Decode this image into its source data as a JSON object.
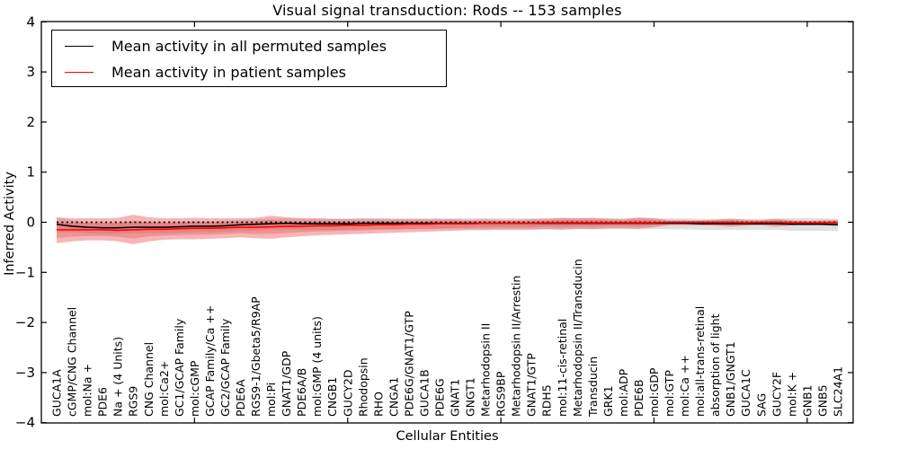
{
  "figure": {
    "title": "Visual signal transduction: Rods -- 153 samples",
    "xlabel": "Cellular Entities",
    "ylabel": "Inferred Activity"
  },
  "legend": {
    "position": "upper left",
    "items": [
      {
        "label": "Mean activity in all permuted samples",
        "color": "#000000"
      },
      {
        "label": "Mean activity in patient samples",
        "color": "#ff0000"
      }
    ]
  },
  "colors": {
    "patient_line": "#ff0000",
    "permuted_line": "#000000",
    "patient_band": "#e84040",
    "permuted_band": "#bbbbbb",
    "axis": "#000000",
    "background": "#ffffff"
  },
  "chart_data": {
    "type": "line",
    "title": "Visual signal transduction: Rods -- 153 samples",
    "xlabel": "Cellular Entities",
    "ylabel": "Inferred Activity",
    "ylim": [
      -4,
      4
    ],
    "yticks": [
      4,
      3,
      2,
      1,
      0,
      -1,
      -2,
      -3,
      -4
    ],
    "ytick_labels": [
      "4",
      "3",
      "2",
      "1",
      "0",
      "−1",
      "−2",
      "−3",
      "−4"
    ],
    "top_axis_tick_positions": [
      10,
      20,
      30,
      40,
      50
    ],
    "grid": false,
    "legend_position": "upper left",
    "zero_line": {
      "y": 0,
      "style": "dotted",
      "color": "#000000"
    },
    "categories": [
      "GUCA1A",
      "cGMP/CNG Channel",
      "mol:Na +",
      "PDE6",
      "Na + (4 Units)",
      "RGS9",
      "CNG Channel",
      "mol:Ca2+",
      "GC1/GCAP Family",
      "mol:cGMP",
      "GCAP Family/Ca ++",
      "GC2/GCAP Family",
      "PDE6A",
      "RGS9-1/Gbeta5/R9AP",
      "mol:Pi",
      "GNAT1/GDP",
      "PDE6A/B",
      "mol:GMP (4 units)",
      "CNGB1",
      "GUCY2D",
      "Rhodopsin",
      "RHO",
      "CNGA1",
      "PDE6G/GNAT1/GTP",
      "GUCA1B",
      "PDE6G",
      "GNAT1",
      "GNGT1",
      "Metarhodopsin II",
      "RGS9BP",
      "Metarhodopsin II/Arrestin",
      "GNAT1/GTP",
      "RDH5",
      "mol:11-cis-retinal",
      "Metarhodopsin II/Transducin",
      "Transducin",
      "GRK1",
      "mol:ADP",
      "PDE6B",
      "mol:GDP",
      "mol:GTP",
      "mol:Ca ++",
      "mol:all-trans-retinal",
      "absorption of light",
      "GNB1/GNGT1",
      "GUCA1C",
      "SAG",
      "GUCY2F",
      "mol:K +",
      "GNB1",
      "GNB5",
      "SLC24A1"
    ],
    "series": [
      {
        "name": "Mean activity in all permuted samples",
        "color": "#000000",
        "values": [
          -0.04,
          -0.08,
          -0.1,
          -0.11,
          -0.11,
          -0.1,
          -0.1,
          -0.1,
          -0.09,
          -0.08,
          -0.08,
          -0.07,
          -0.05,
          -0.04,
          -0.03,
          -0.02,
          -0.03,
          -0.03,
          -0.03,
          -0.03,
          -0.02,
          -0.02,
          -0.02,
          -0.02,
          -0.02,
          -0.02,
          -0.02,
          -0.02,
          -0.02,
          -0.02,
          -0.02,
          -0.02,
          -0.02,
          -0.02,
          -0.02,
          -0.02,
          -0.02,
          -0.02,
          -0.02,
          -0.02,
          -0.02,
          -0.02,
          -0.03,
          -0.03,
          -0.03,
          -0.03,
          -0.03,
          -0.03,
          -0.04,
          -0.04,
          -0.04,
          -0.05
        ]
      },
      {
        "name": "Mean activity in patient samples",
        "color": "#ff0000",
        "values": [
          -0.15,
          -0.15,
          -0.15,
          -0.15,
          -0.16,
          -0.15,
          -0.14,
          -0.14,
          -0.13,
          -0.12,
          -0.12,
          -0.11,
          -0.1,
          -0.1,
          -0.09,
          -0.08,
          -0.08,
          -0.07,
          -0.07,
          -0.06,
          -0.06,
          -0.05,
          -0.05,
          -0.04,
          -0.04,
          -0.03,
          -0.03,
          -0.03,
          -0.02,
          -0.02,
          -0.02,
          -0.02,
          -0.01,
          -0.01,
          -0.01,
          -0.01,
          -0.01,
          -0.01,
          -0.01,
          -0.01,
          0.0,
          0.0,
          0.0,
          0.0,
          0.0,
          -0.01,
          0.0,
          0.0,
          -0.01,
          -0.01,
          -0.01,
          -0.01
        ]
      }
    ],
    "bands": [
      {
        "name": "permuted-samples-spread",
        "color": "#bbbbbb",
        "opacity": 0.45,
        "top": [
          0.09,
          0.04,
          0.0,
          -0.01,
          -0.01,
          0.0,
          0.0,
          0.0,
          0.01,
          0.02,
          0.02,
          0.03,
          0.05,
          0.06,
          0.07,
          0.08,
          0.07,
          0.07,
          0.07,
          0.07,
          0.08,
          0.08,
          0.08,
          0.08,
          0.08,
          0.08,
          0.08,
          0.08,
          0.08,
          0.08,
          0.08,
          0.08,
          0.08,
          0.08,
          0.08,
          0.08,
          0.08,
          0.08,
          0.08,
          0.08,
          0.08,
          0.08,
          0.07,
          0.07,
          0.07,
          0.07,
          0.07,
          0.07,
          0.08,
          0.08,
          0.08,
          0.07
        ],
        "bottom": [
          -0.2,
          -0.2,
          -0.22,
          -0.23,
          -0.23,
          -0.22,
          -0.22,
          -0.22,
          -0.21,
          -0.2,
          -0.2,
          -0.19,
          -0.17,
          -0.16,
          -0.15,
          -0.14,
          -0.15,
          -0.15,
          -0.15,
          -0.15,
          -0.14,
          -0.14,
          -0.14,
          -0.14,
          -0.14,
          -0.14,
          -0.14,
          -0.14,
          -0.14,
          -0.14,
          -0.14,
          -0.14,
          -0.14,
          -0.14,
          -0.14,
          -0.14,
          -0.14,
          -0.14,
          -0.14,
          -0.14,
          -0.14,
          -0.14,
          -0.15,
          -0.15,
          -0.15,
          -0.15,
          -0.15,
          -0.15,
          -0.17,
          -0.17,
          -0.17,
          -0.18
        ]
      },
      {
        "name": "patient-samples-spread",
        "color": "#e84040",
        "opacity": 0.38,
        "top": [
          0.1,
          0.08,
          0.08,
          0.08,
          0.09,
          0.15,
          0.1,
          0.08,
          0.08,
          0.09,
          0.08,
          0.08,
          0.08,
          0.09,
          0.13,
          0.1,
          0.08,
          0.08,
          0.07,
          0.07,
          0.07,
          0.07,
          0.06,
          0.06,
          0.06,
          0.06,
          0.06,
          0.05,
          0.06,
          0.05,
          0.05,
          0.06,
          0.07,
          0.09,
          0.08,
          0.09,
          0.07,
          0.06,
          0.1,
          0.08,
          0.04,
          0.04,
          0.04,
          0.05,
          0.07,
          0.05,
          0.04,
          0.07,
          0.04,
          0.03,
          0.04,
          0.05
        ],
        "bottom": [
          -0.42,
          -0.38,
          -0.36,
          -0.36,
          -0.38,
          -0.44,
          -0.38,
          -0.35,
          -0.34,
          -0.34,
          -0.33,
          -0.32,
          -0.3,
          -0.32,
          -0.33,
          -0.3,
          -0.28,
          -0.26,
          -0.25,
          -0.24,
          -0.23,
          -0.22,
          -0.21,
          -0.2,
          -0.19,
          -0.18,
          -0.17,
          -0.16,
          -0.16,
          -0.15,
          -0.15,
          -0.15,
          -0.14,
          -0.15,
          -0.13,
          -0.14,
          -0.12,
          -0.12,
          -0.13,
          -0.1,
          -0.06,
          -0.06,
          -0.06,
          -0.07,
          -0.09,
          -0.07,
          -0.06,
          -0.09,
          -0.06,
          -0.05,
          -0.06,
          -0.07
        ]
      }
    ]
  }
}
